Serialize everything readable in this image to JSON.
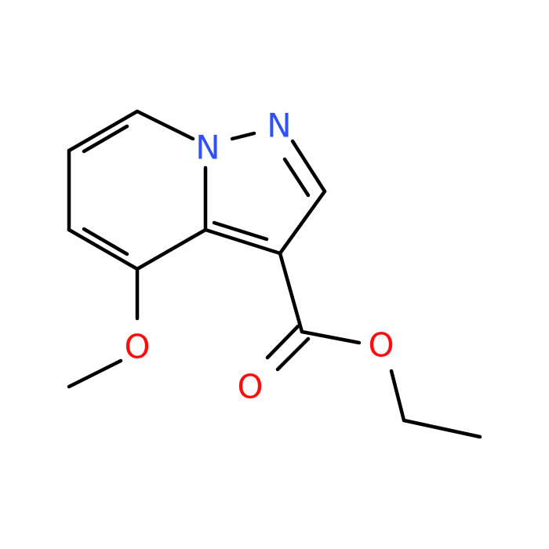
{
  "molecule": {
    "atoms": {
      "n_pyridine": {
        "label": "N",
        "color": "#3050F8"
      },
      "n_pyrazole": {
        "label": "N",
        "color": "#3050F8"
      },
      "o_methoxy": {
        "label": "O",
        "color": "#FF0D0D"
      },
      "o_carbonyl": {
        "label": "O",
        "color": "#FF0D0D"
      },
      "o_ester": {
        "label": "O",
        "color": "#FF0D0D"
      }
    },
    "bond_color": "#000000"
  }
}
